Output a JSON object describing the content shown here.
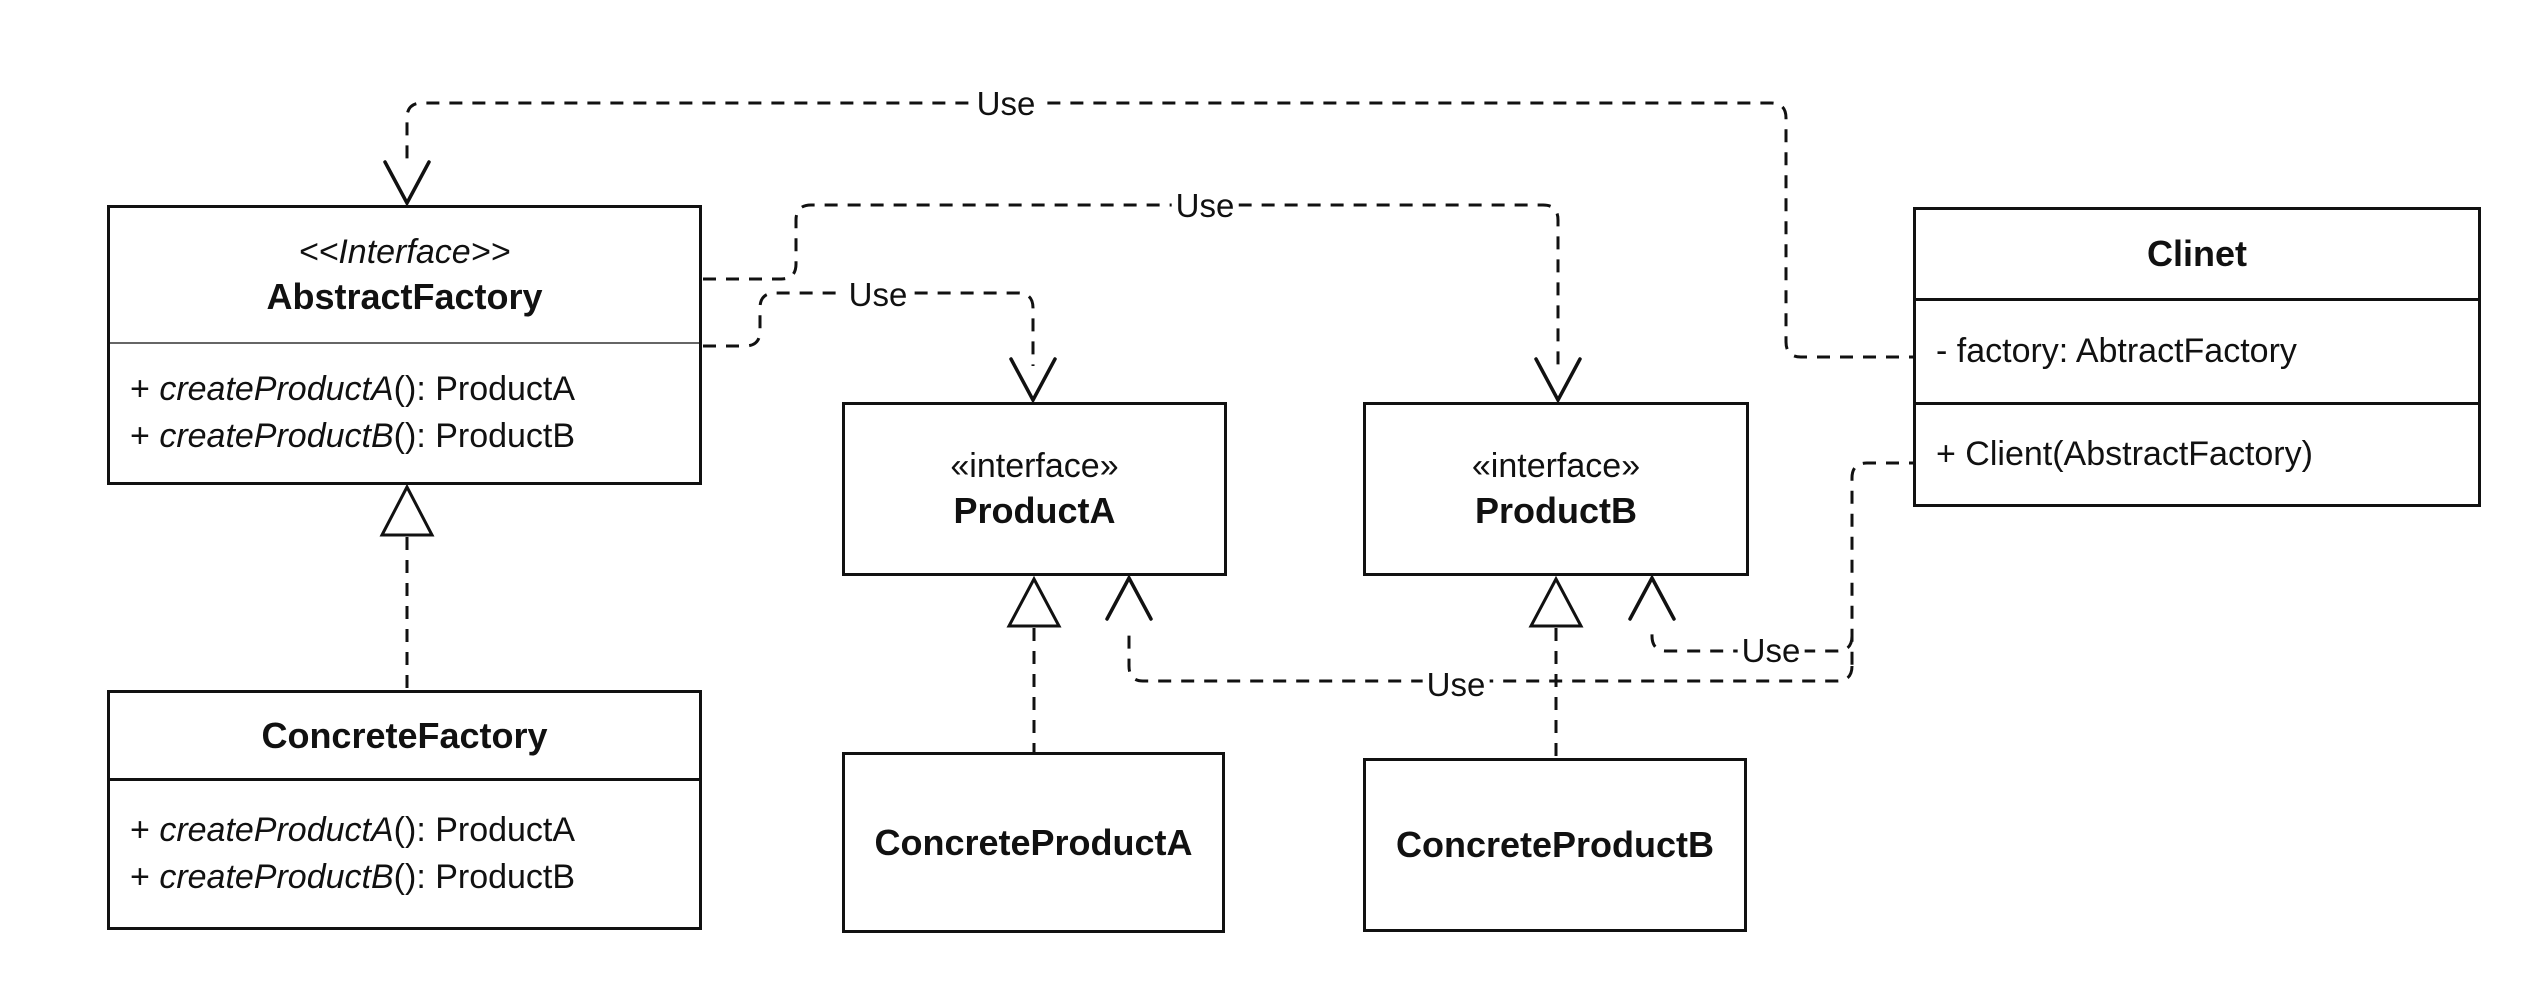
{
  "classes": {
    "abstract_factory": {
      "stereotype": "<<Interface>>",
      "name": "AbstractFactory",
      "methods": [
        {
          "prefix": "+ ",
          "name": "createProductA",
          "suffix": "(): ProductA"
        },
        {
          "prefix": "+ ",
          "name": "createProductB",
          "suffix": "(): ProductB"
        }
      ]
    },
    "concrete_factory": {
      "name": "ConcreteFactory",
      "methods": [
        {
          "prefix": "+ ",
          "name": "createProductA",
          "suffix": "(): ProductA"
        },
        {
          "prefix": "+ ",
          "name": "createProductB",
          "suffix": "(): ProductB"
        }
      ]
    },
    "product_a": {
      "stereotype": "«interface»",
      "name": "ProductA"
    },
    "product_b": {
      "stereotype": "«interface»",
      "name": "ProductB"
    },
    "concrete_product_a": {
      "name": "ConcreteProductA"
    },
    "concrete_product_b": {
      "name": "ConcreteProductB"
    },
    "client": {
      "name": "Clinet",
      "attribute": "- factory: AbtractFactory",
      "method": "+ Client(AbstractFactory)"
    }
  },
  "connectors": [
    {
      "id": "client-uses-abstractfactory",
      "type": "dashed-dependency",
      "label": "Use"
    },
    {
      "id": "abstractfactory-uses-productb",
      "type": "dashed-dependency",
      "label": "Use"
    },
    {
      "id": "abstractfactory-uses-producta",
      "type": "dashed-dependency",
      "label": "Use"
    },
    {
      "id": "client-uses-productb",
      "type": "dashed-dependency",
      "label": "Use"
    },
    {
      "id": "client-uses-producta",
      "type": "dashed-dependency",
      "label": "Use"
    },
    {
      "id": "concretefactory-implements-abstractfactory",
      "type": "dashed-realization",
      "label": ""
    },
    {
      "id": "concreteproducta-implements-producta",
      "type": "dashed-realization",
      "label": ""
    },
    {
      "id": "concreteproductb-implements-productb",
      "type": "dashed-realization",
      "label": ""
    }
  ],
  "colors": {
    "stroke": "#111111",
    "background": "#ffffff"
  }
}
